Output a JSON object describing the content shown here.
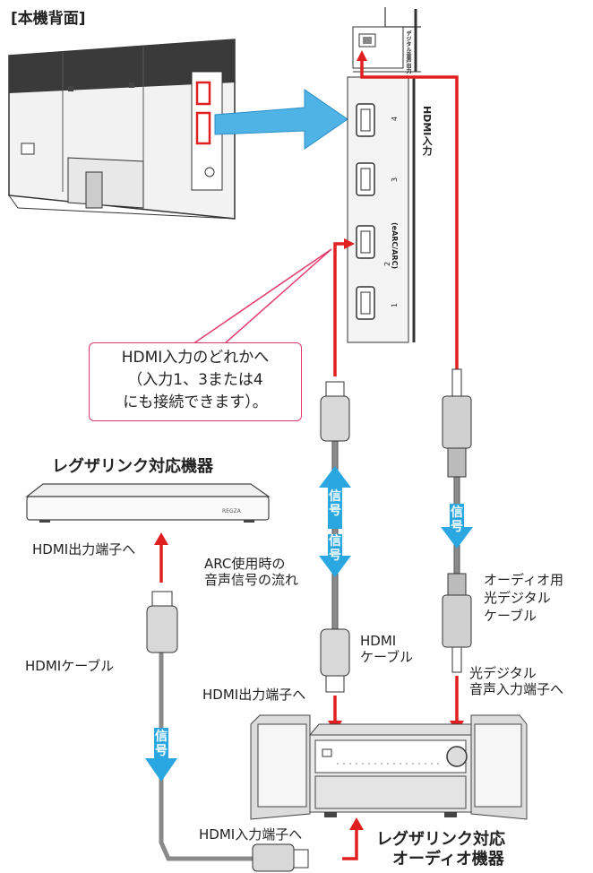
{
  "tv_back_title": "[本機背面]",
  "hdmi_input_label": "HDMI入力",
  "arc_tag": "(eARC/ARC)",
  "port_numbers": [
    "4",
    "3",
    "2",
    "1"
  ],
  "digital_out_label": "デジタル音声出力",
  "callout": {
    "line1": "HDMI入力のどれかへ",
    "line2": "（入力1、3または4",
    "line3": "にも接続できます）。"
  },
  "regza_device_title": "レグザリンク対応機器",
  "recorder_brand": "REGZA",
  "hdmi_out_terminal_left": "HDMI出力端子へ",
  "hdmi_cable_left": "HDMIケーブル",
  "arc_flow_line1": "ARC使用時の",
  "arc_flow_line2": "音声信号の流れ",
  "hdmi_cable_center_line1": "HDMI",
  "hdmi_cable_center_line2": "ケーブル",
  "hdmi_out_terminal_center": "HDMI出力端子へ",
  "optical_cable_line1": "オーディオ用",
  "optical_cable_line2": "光デジタル",
  "optical_cable_line3": "ケーブル",
  "optical_in_line1": "光デジタル",
  "optical_in_line2": "音声入力端子へ",
  "hdmi_in_terminal": "HDMI入力端子へ",
  "audio_device_line1": "レグザリンク対応",
  "audio_device_line2": "オーディオ機器",
  "signal_label": "信号",
  "colors": {
    "red": "#e02020",
    "blue": "#2aa7e0",
    "callout_border": "#e03a6a",
    "cable_grey": "#8a8a8a"
  }
}
